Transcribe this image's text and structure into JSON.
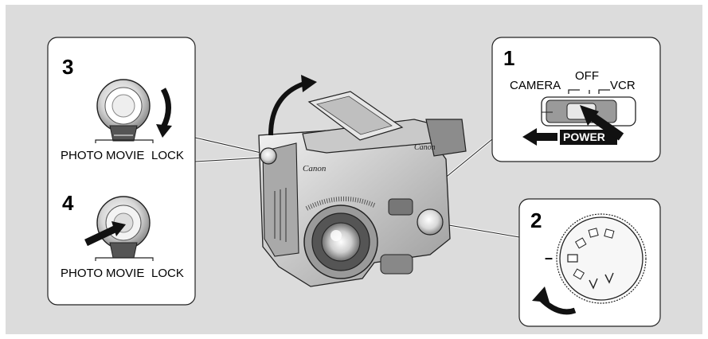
{
  "steps": {
    "s1": "1",
    "s2": "2",
    "s3": "3",
    "s4": "4"
  },
  "power_switch": {
    "camera": "CAMERA",
    "off": "OFF",
    "vcr": "VCR",
    "power": "POWER"
  },
  "lock_switch": {
    "photo": "PHOTO",
    "movie": "MOVIE",
    "lock": "LOCK"
  },
  "mode_dial": {
    "minus": "–"
  },
  "camera_brand": "Canon"
}
